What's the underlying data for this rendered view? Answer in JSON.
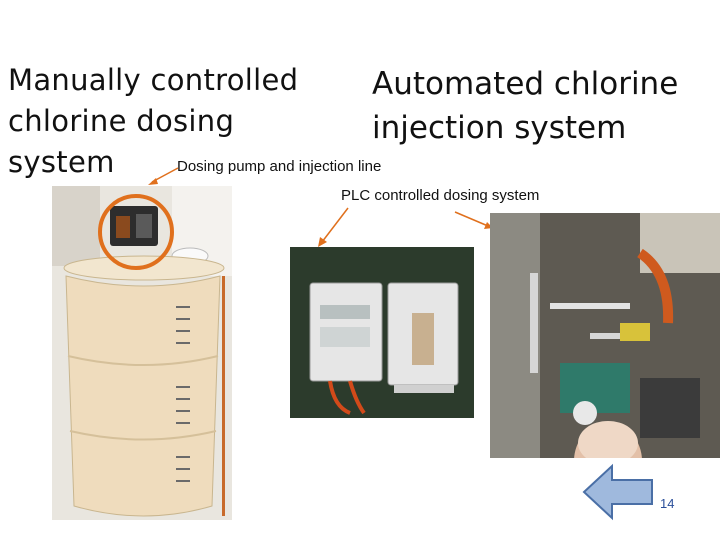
{
  "slide": {
    "title_left_line1": "Manually controlled",
    "title_left_line2": "chlorine dosing",
    "title_left_line3": "system",
    "title_right_line1": "Automated chlorine",
    "title_right_line2": "injection system",
    "caption_pump": "Dosing pump and injection line",
    "caption_plc": "PLC controlled dosing system",
    "page_number": "14"
  },
  "colors": {
    "accent_orange": "#e0701d",
    "arrow_fill": "#9fb9dd",
    "arrow_stroke": "#4a6fa6",
    "page_number": "#2a4f9a"
  },
  "icons": {
    "back": "left-arrow-icon"
  }
}
